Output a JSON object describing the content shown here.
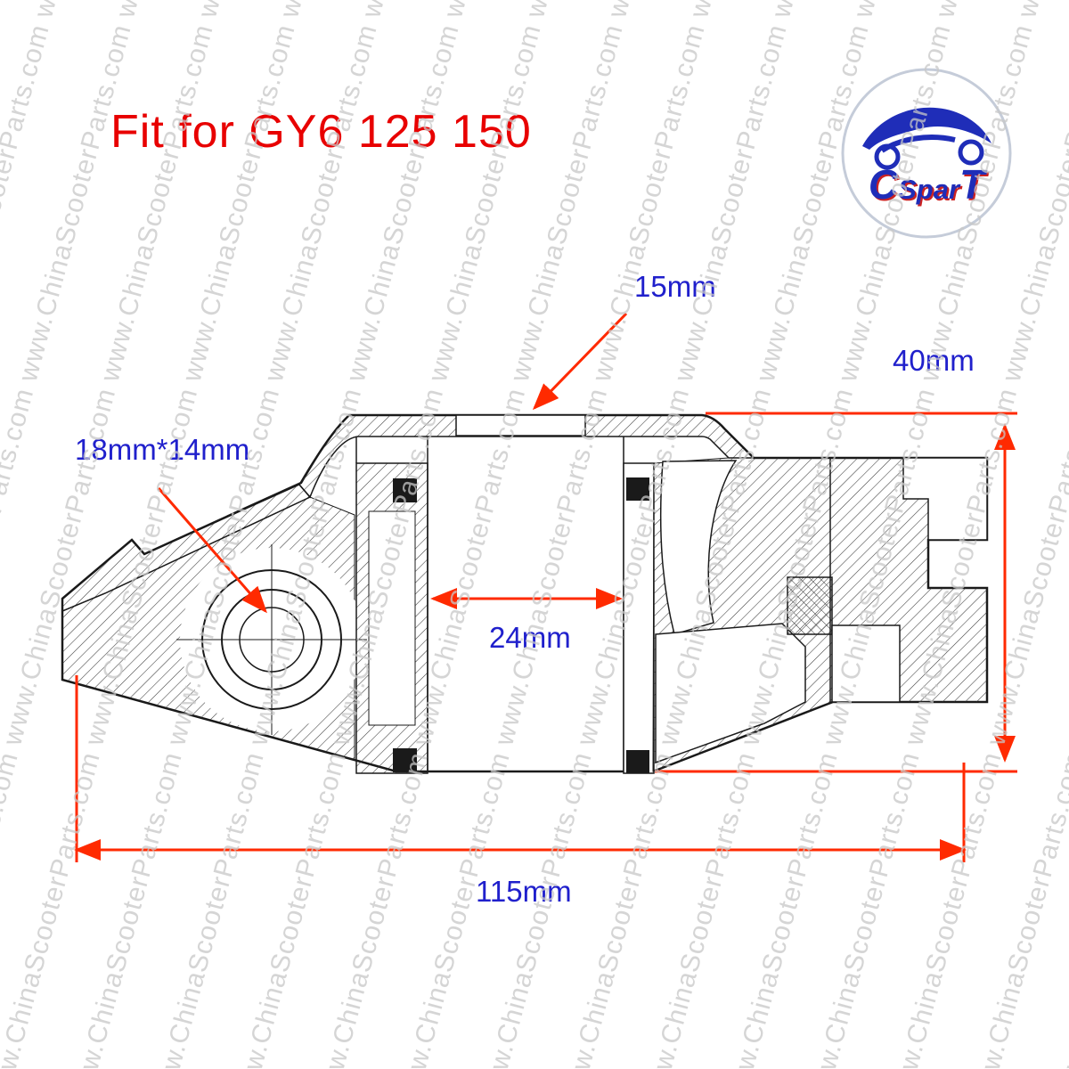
{
  "title": "Fit for GY6 125 150",
  "watermark": {
    "text": "www.ChinaScooterParts.com"
  },
  "logo": {
    "part1": "C",
    "part2": "Spar",
    "part3": "T"
  },
  "annotations": {
    "dim_top": "15mm",
    "dim_height": "40mm",
    "dim_hole": "18mm*14mm",
    "dim_bore": "24mm",
    "dim_width": "115mm"
  },
  "colors": {
    "title_text": "#e80000",
    "dimension_text": "#2020cc",
    "dimension_arrow": "#ff2a00",
    "logo_blue": "#1f2db8",
    "logo_red": "#cc2222",
    "watermark_gray": "#c8c8c8",
    "drawing_line": "#1a1a1a"
  }
}
